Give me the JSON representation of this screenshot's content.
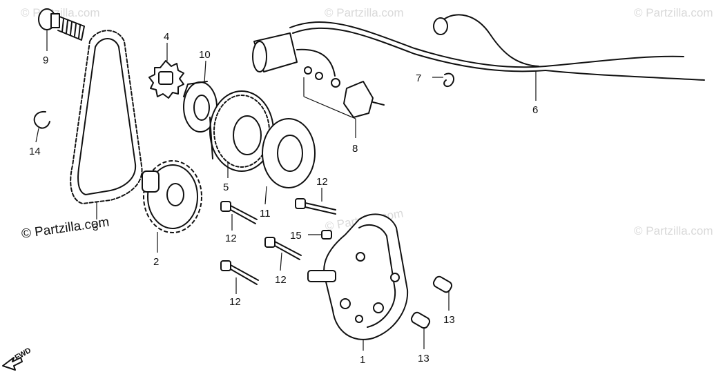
{
  "watermarks": [
    {
      "text": "© Partzilla.com",
      "tone": "light"
    },
    {
      "text": "© Partzilla.com",
      "tone": "light"
    },
    {
      "text": "© Partzilla.com",
      "tone": "light"
    },
    {
      "text": "© Partzilla.com",
      "tone": "light"
    },
    {
      "text": "© Partzilla.com",
      "tone": "light"
    },
    {
      "text": "© Partzilla.com",
      "tone": "dark"
    }
  ],
  "direction_marker": "FWD",
  "callouts": [
    {
      "id": "c1",
      "label": "1"
    },
    {
      "id": "c2",
      "label": "2"
    },
    {
      "id": "c3",
      "label": "3"
    },
    {
      "id": "c4",
      "label": "4"
    },
    {
      "id": "c5",
      "label": "5"
    },
    {
      "id": "c6",
      "label": "6"
    },
    {
      "id": "c7",
      "label": "7"
    },
    {
      "id": "c8",
      "label": "8"
    },
    {
      "id": "c9",
      "label": "9"
    },
    {
      "id": "c10",
      "label": "10"
    },
    {
      "id": "c11",
      "label": "11"
    },
    {
      "id": "c12a",
      "label": "12"
    },
    {
      "id": "c12b",
      "label": "12"
    },
    {
      "id": "c12c",
      "label": "12"
    },
    {
      "id": "c12d",
      "label": "12"
    },
    {
      "id": "c13a",
      "label": "13"
    },
    {
      "id": "c13b",
      "label": "13"
    },
    {
      "id": "c14",
      "label": "14"
    },
    {
      "id": "c15",
      "label": "15"
    }
  ],
  "colors": {
    "ink": "#111111",
    "watermark": "#d9d9d9",
    "background": "#ffffff"
  }
}
